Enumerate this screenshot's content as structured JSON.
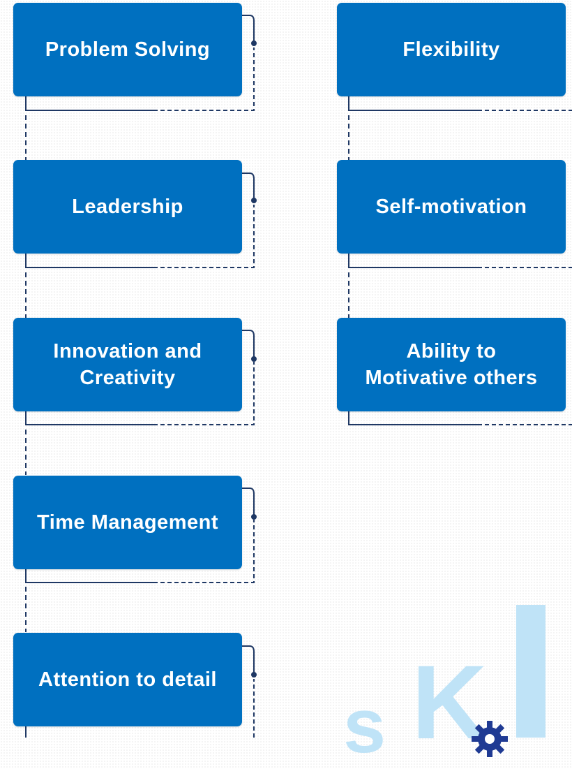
{
  "skills_left": [
    {
      "label": "Problem Solving"
    },
    {
      "label": "Leadership"
    },
    {
      "label": "Innovation and\nCreativity"
    },
    {
      "label": "Time Management"
    },
    {
      "label": "Attention to detail"
    }
  ],
  "skills_right": [
    {
      "label": "Flexibility"
    },
    {
      "label": "Self-motivation"
    },
    {
      "label": "Ability to\nMotivative others"
    }
  ],
  "colors": {
    "card": "#0070c0",
    "connector": "#1f3864",
    "logo_light": "#bfe3f7",
    "gear": "#1f3a93"
  },
  "decor": {
    "logo_letters": [
      "s",
      "K",
      "I"
    ],
    "gear_icon": "gear-icon"
  }
}
